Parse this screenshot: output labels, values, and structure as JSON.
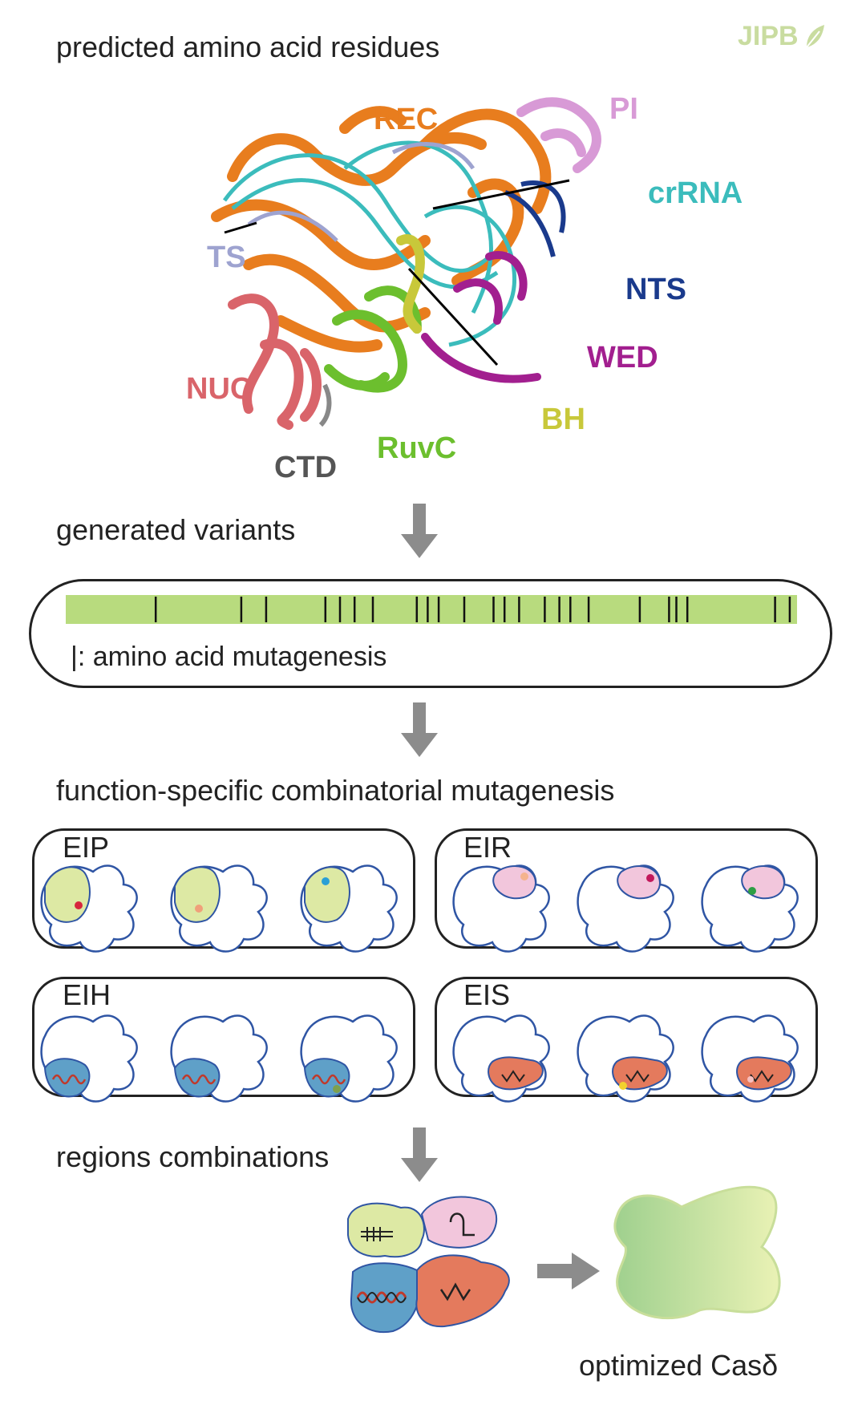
{
  "logo_text": "JIPB",
  "colors": {
    "rec": "#e87d1e",
    "crrna": "#3bbcbc",
    "ts": "#9ea3d0",
    "nts": "#1a3a8c",
    "pi": "#d89ad6",
    "wed": "#a21f8f",
    "nuc": "#d9646a",
    "ruvc": "#6cbf2e",
    "bh": "#c8c83a",
    "ctd": "#555555",
    "bar": "#b8db7e",
    "eip": "#dde9a4",
    "eir": "#f2c6dc",
    "eih": "#5fa0c8",
    "eis": "#e47a5d",
    "arrow": "#8c8c8c",
    "outline": "#2f55a4"
  },
  "sections": {
    "predicted": "predicted amino acid residues",
    "generated": "generated variants",
    "function": "function-specific combinatorial mutagenesis",
    "regions": "regions combinations"
  },
  "structure_labels": {
    "rec": "REC",
    "pi": "PI",
    "crrna": "crRNA",
    "ts": "TS",
    "nts": "NTS",
    "wed": "WED",
    "nuc": "NUC",
    "bh": "BH",
    "ruvc": "RuvC",
    "ctd": "CTD"
  },
  "legend": {
    "symbol": "|",
    "text": ": amino acid mutagenesis"
  },
  "panels": {
    "eip": "EIP",
    "eir": "EIR",
    "eih": "EIH",
    "eis": "EIS"
  },
  "final_label": "optimized Casδ",
  "mutation_sites": [
    0.123,
    0.24,
    0.274,
    0.355,
    0.375,
    0.395,
    0.42,
    0.48,
    0.495,
    0.51,
    0.545,
    0.585,
    0.6,
    0.62,
    0.655,
    0.675,
    0.69,
    0.715,
    0.785,
    0.825,
    0.835,
    0.85,
    0.97,
    0.99
  ]
}
